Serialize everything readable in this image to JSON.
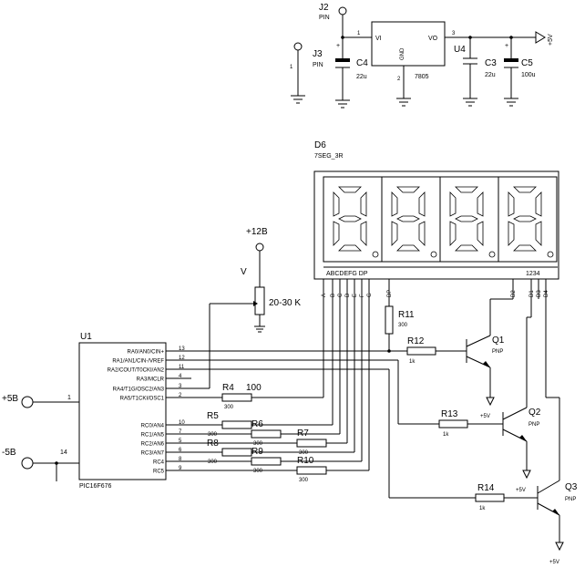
{
  "power_section": {
    "j2": {
      "ref": "J2",
      "type": "PIN"
    },
    "j3": {
      "ref": "J3",
      "type": "PIN",
      "pin": "1"
    },
    "u4": {
      "ref": "U4",
      "part": "7805",
      "pin_vi": "VI",
      "pin_vo": "VO",
      "pin_gnd": "GND",
      "pin1": "1",
      "pin2": "2",
      "pin3": "3"
    },
    "c4": {
      "ref": "C4",
      "value": "22u"
    },
    "c3": {
      "ref": "C3",
      "value": "22u"
    },
    "c5": {
      "ref": "C5",
      "value": "100u"
    },
    "out_label": "+5V"
  },
  "display": {
    "ref": "D6",
    "part": "7SEG_3R",
    "segment_labels": "ABCDEFG DP",
    "digit_labels": "1234",
    "pins": [
      "A",
      "B",
      "C",
      "D",
      "E",
      "F",
      "G",
      "DP",
      "D2",
      "D1",
      "D3",
      "D4"
    ]
  },
  "pot": {
    "supply": "+12B",
    "wiper_label": "V",
    "value": "20-30 K"
  },
  "mcu": {
    "ref": "U1",
    "part": "PIC16F676",
    "pins": [
      {
        "num": "13",
        "name": "RA0/AN0/CIN+"
      },
      {
        "num": "12",
        "name": "RA1/AN1/CIN-/VREF"
      },
      {
        "num": "11",
        "name": "RA2/COUT/T0CKI/AN2"
      },
      {
        "num": "4",
        "name": "RA3/MCLR"
      },
      {
        "num": "3",
        "name": "RA4/T1G/OSC2/AN3"
      },
      {
        "num": "2",
        "name": "RA5/T1CKI/OSC1"
      },
      {
        "num": "10",
        "name": "RC0/AN4"
      },
      {
        "num": "7",
        "name": "RC1/AN5"
      },
      {
        "num": "5",
        "name": "RC2/AN6"
      },
      {
        "num": "6",
        "name": "RC3/AN7"
      },
      {
        "num": "8",
        "name": "RC4"
      },
      {
        "num": "9",
        "name": "RC5"
      }
    ],
    "vdd_pin": "1",
    "vss_pin": "14"
  },
  "supplies": {
    "vplus": "+5B",
    "vminus": "-5B"
  },
  "resistors": [
    {
      "ref": "R4",
      "value": "300",
      "extra": "100"
    },
    {
      "ref": "R5",
      "value": "300"
    },
    {
      "ref": "R6",
      "value": "300"
    },
    {
      "ref": "R7",
      "value": "300"
    },
    {
      "ref": "R8",
      "value": "300"
    },
    {
      "ref": "R9",
      "value": "300"
    },
    {
      "ref": "R10",
      "value": "300"
    },
    {
      "ref": "R11",
      "value": "300"
    },
    {
      "ref": "R12",
      "value": "1k"
    },
    {
      "ref": "R13",
      "value": "1k"
    },
    {
      "ref": "R14",
      "value": "1k"
    }
  ],
  "transistors": [
    {
      "ref": "Q1",
      "type": "PNP",
      "supply": "+5V"
    },
    {
      "ref": "Q2",
      "type": "PNP",
      "supply": "+5V"
    },
    {
      "ref": "Q3",
      "type": "PNP",
      "supply": "+5V"
    }
  ]
}
